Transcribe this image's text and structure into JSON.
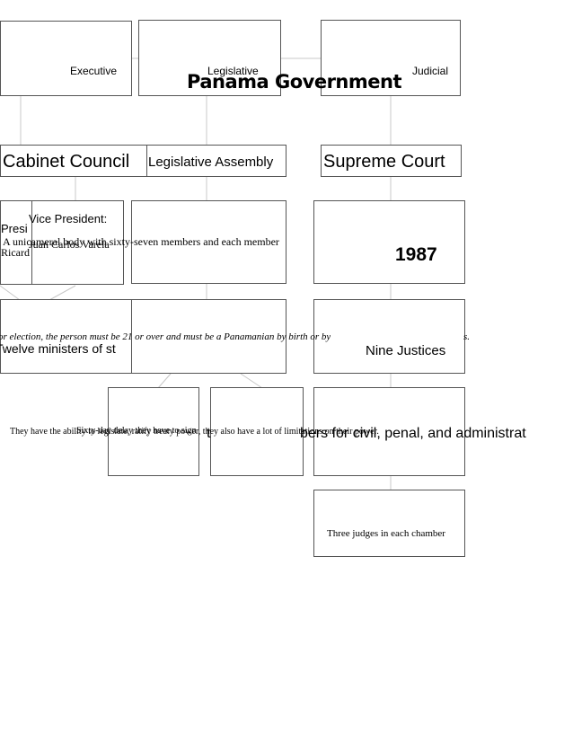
{
  "title": "Panama Government",
  "branches": {
    "executive": "Executive",
    "legislative": "Legislative",
    "judicial": "Judicial"
  },
  "level2": {
    "cabinet": "Cabinet Council",
    "assembly": "Legislative Assembly",
    "court": "Supreme Court"
  },
  "level3": {
    "president_label": "Presi",
    "president_name": "Ricard",
    "vp_label": "Vice President:",
    "vp_name": "Juan Carlos Varela",
    "assembly_desc": "A unicameral body with sixty-seven members and each member",
    "court_year": "1987"
  },
  "level4": {
    "election_note": "or election, the person must be 21 or over and must be a Panamanian by birth or by ",
    "election_note_end": "s.",
    "ministers": "Twelve ministers of st",
    "justices": "Nine Justices"
  },
  "level5": {
    "powers_text": "They have the ability to legislate, ratify treaty power, they also have a lot of limitations on their power.",
    "overlap_text": "Sixty-day delay they have to sign",
    "overlap_char": "t",
    "chambers": "bers for civil, penal, and administrat"
  },
  "level6": {
    "judges": "Three judges in each chamber"
  }
}
